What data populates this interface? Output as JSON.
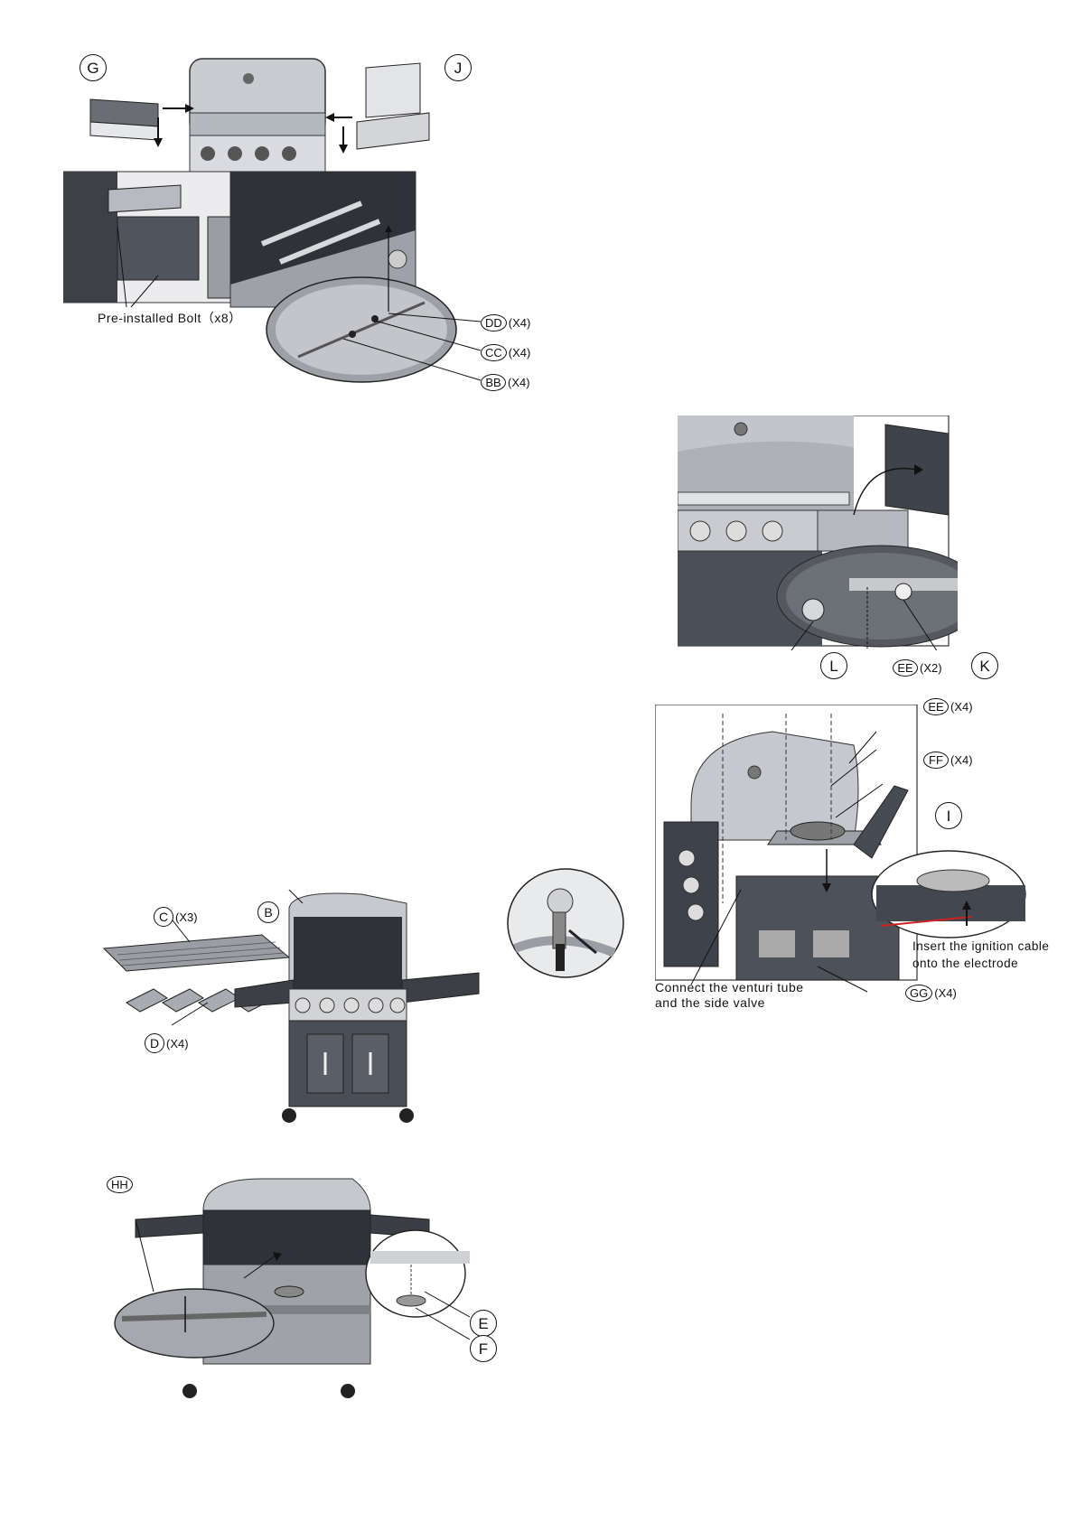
{
  "fig1": {
    "callout_g": "G",
    "callout_j": "J",
    "caption_bolt": "Pre-installed Bolt（x8）",
    "callouts": [
      {
        "id": "DD",
        "qty": "(X4)"
      },
      {
        "id": "CC",
        "qty": "(X4)"
      },
      {
        "id": "BB",
        "qty": "(X4)"
      }
    ]
  },
  "fig2": {
    "callout_l": "L",
    "callout_ee": "EE",
    "qty_ee": "(X2)",
    "callout_k": "K"
  },
  "fig3": {
    "callout_ee": "EE",
    "qty_ee": "(X4)",
    "callout_ff": "FF",
    "qty_ff": "(X4)",
    "callout_i": "I",
    "callout_gg": "GG",
    "qty_gg": "(X4)",
    "note_ignition_1": "Insert the ignition cable",
    "note_ignition_2": "onto the electrode",
    "note_venturi_1": "Connect the venturi tube",
    "note_venturi_2": "and the side valve"
  },
  "fig4": {
    "callout_c": "C",
    "qty_c": "(X3)",
    "callout_b": "B",
    "callout_d": "D",
    "qty_d": "(X4)"
  },
  "fig5": {
    "callout_hh": "HH",
    "callout_e": "E",
    "callout_f": "F"
  },
  "colors": {
    "steel": "#c8cbd0",
    "dark": "#3a3d44",
    "ink": "#111111"
  }
}
